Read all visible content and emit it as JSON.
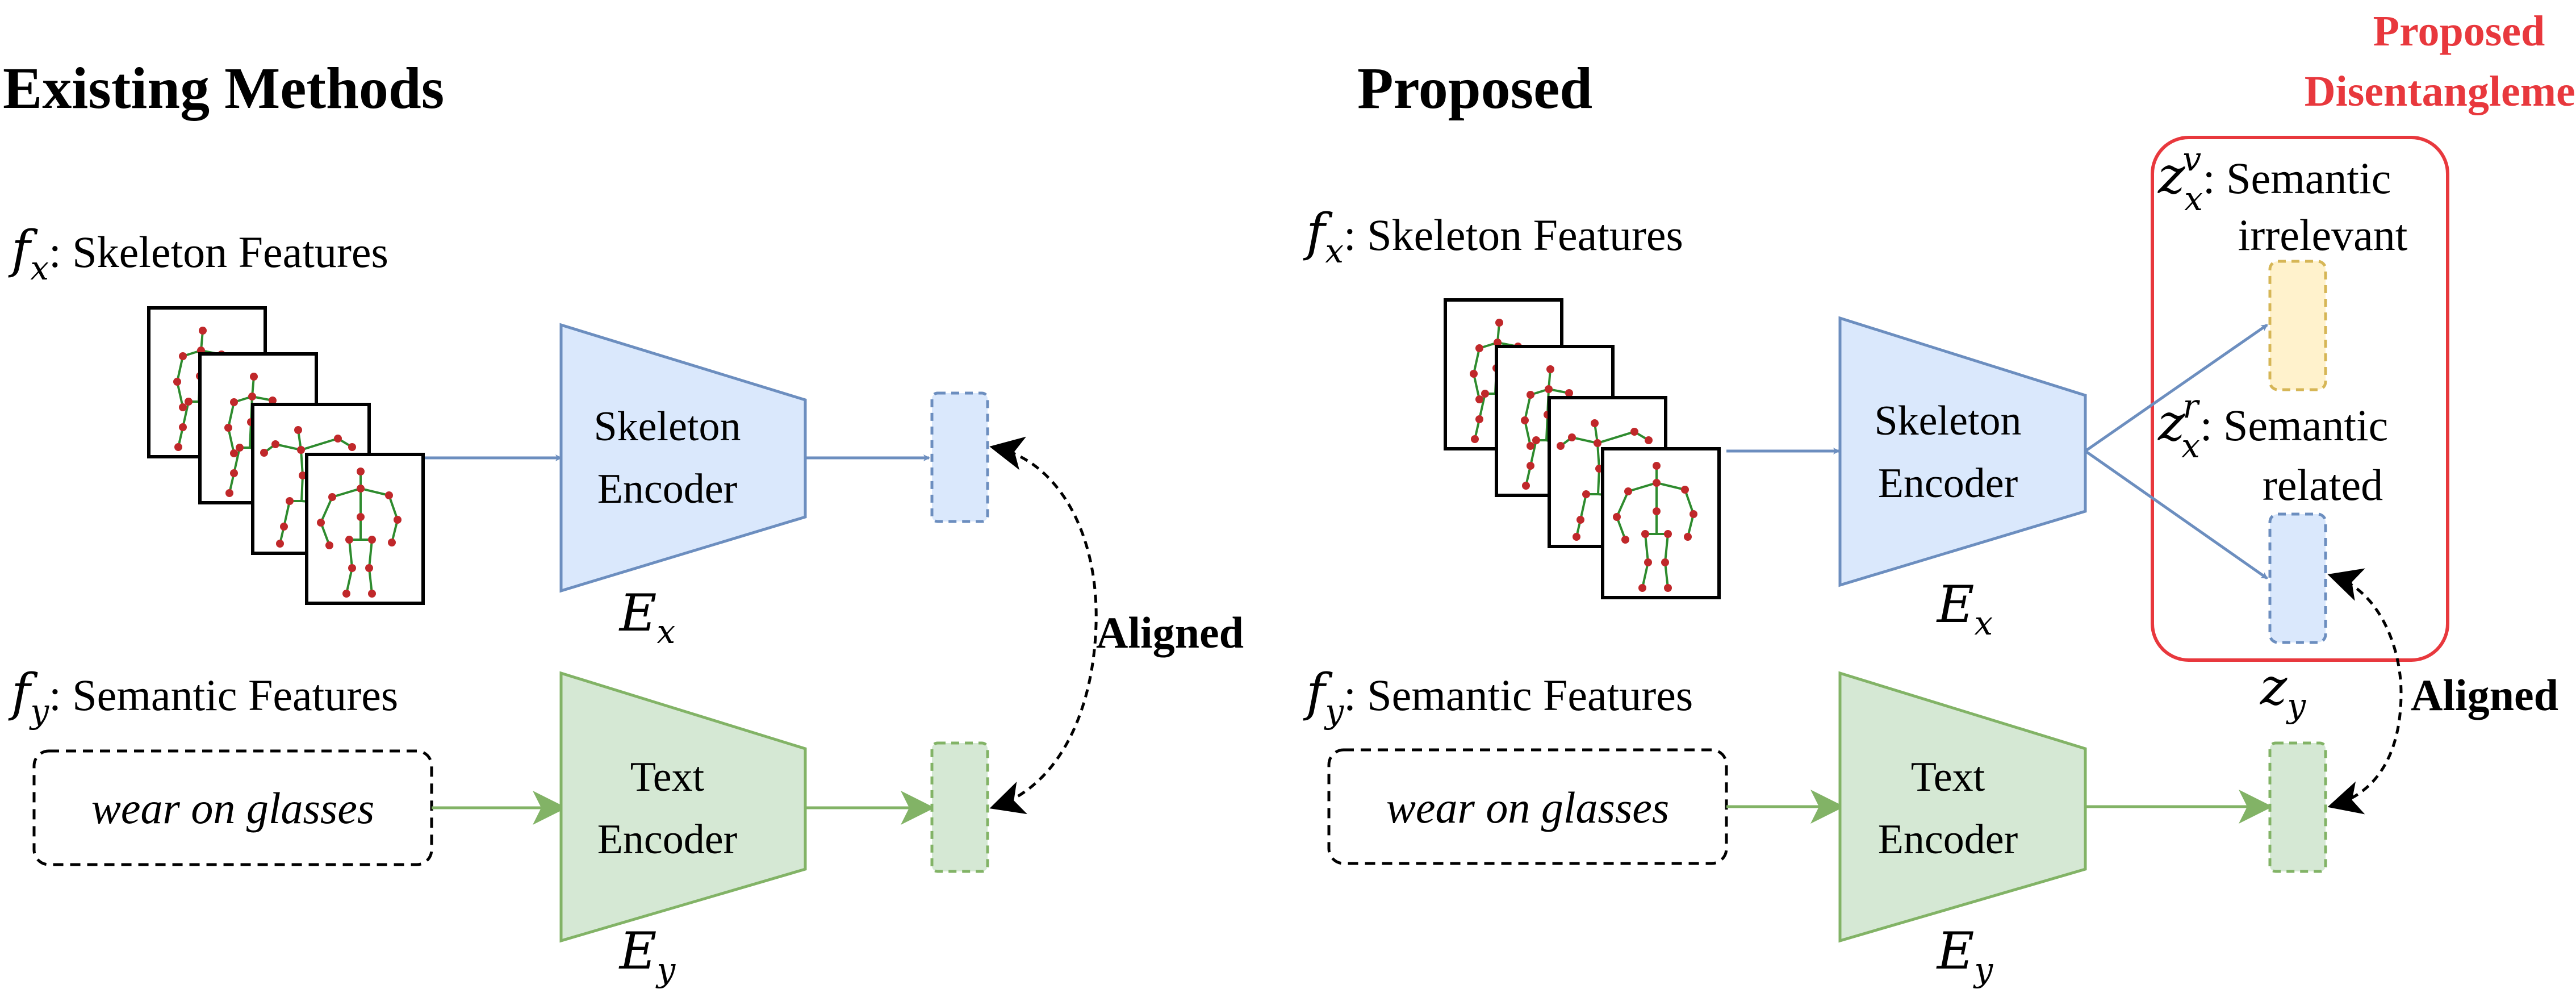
{
  "left": {
    "title": "Existing Methods",
    "skeleton_label": {
      "var": "f",
      "sub": "x",
      "text": ": Skeleton Features"
    },
    "semantic_label": {
      "var": "f",
      "sub": "y",
      "text": ": Semantic Features"
    },
    "skeleton_encoder": [
      "Skeleton",
      "Encoder"
    ],
    "text_encoder": [
      "Text",
      "Encoder"
    ],
    "ex": {
      "var": "E",
      "sub": "x"
    },
    "ey": {
      "var": "E",
      "sub": "y"
    },
    "input_text": "wear on glasses",
    "aligned": "Aligned"
  },
  "right": {
    "title": "Proposed",
    "proposed_caption": [
      "Proposed",
      "Disentanglement"
    ],
    "skeleton_label": {
      "var": "f",
      "sub": "x",
      "text": ": Skeleton Features"
    },
    "semantic_label": {
      "var": "f",
      "sub": "y",
      "text": ": Semantic Features"
    },
    "skeleton_encoder": [
      "Skeleton",
      "Encoder"
    ],
    "text_encoder": [
      "Text",
      "Encoder"
    ],
    "ex": {
      "var": "E",
      "sub": "x"
    },
    "ey": {
      "var": "E",
      "sub": "y"
    },
    "zv": {
      "var": "z",
      "sub": "x",
      "sup": "v",
      "text": [
        ": Semantic",
        "irrelevant"
      ]
    },
    "zr": {
      "var": "z",
      "sub": "x",
      "sup": "r",
      "text": [
        ": Semantic",
        "related"
      ]
    },
    "zy": {
      "var": "z",
      "sub": "y"
    },
    "input_text": "wear on glasses",
    "aligned": "Aligned"
  },
  "colors": {
    "skeleton_fill": "#dae8fc",
    "skeleton_stroke": "#6c8ebf",
    "text_fill": "#d5e8d4",
    "text_stroke": "#82b366",
    "irrelevant_fill": "#fff2cc",
    "irrelevant_stroke": "#d6b656",
    "accent_red": "#e8383d",
    "bone": "#2e8b2e",
    "joint": "#c0282a"
  }
}
